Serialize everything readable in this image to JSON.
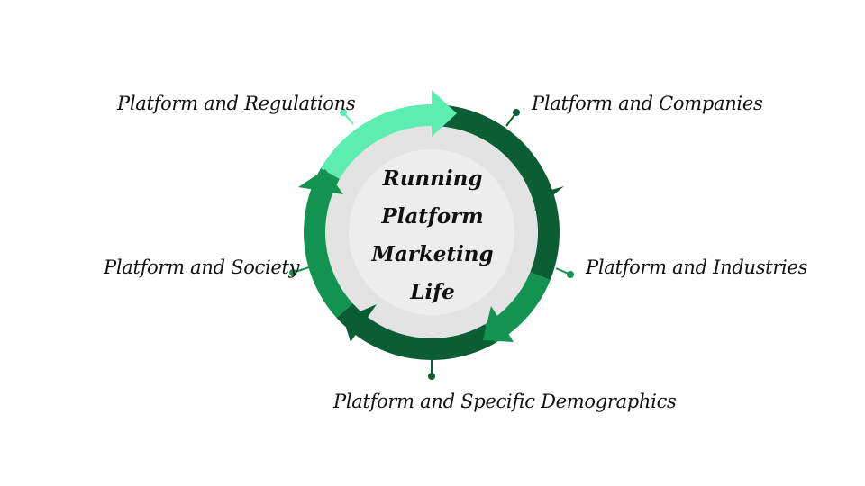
{
  "center": {
    "lines": [
      "Running",
      "Platform",
      "Marketing",
      "Life"
    ]
  },
  "labels": {
    "regulations": "Platform and Regulations",
    "companies": "Platform and Companies",
    "society": "Platform and Society",
    "industries": "Platform and Industries",
    "demographics": "Platform and Specific Demographics"
  },
  "colors": {
    "light_green": "#5EEDB0",
    "mid_green": "#129450",
    "dark_green": "#0B5E34",
    "inner_gray": "#E3E3E3",
    "connector_dark": "#0B5E34",
    "connector_mid": "#129450",
    "connector_light": "#5EEDB0"
  }
}
